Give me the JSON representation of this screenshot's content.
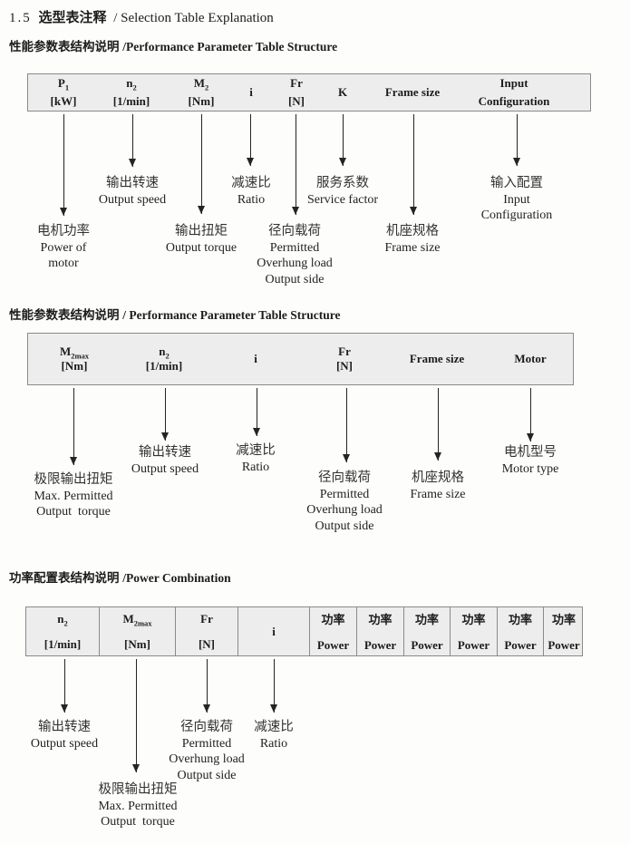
{
  "title": {
    "prefix": "1.5",
    "zh": "选型表注释",
    "suffix": "/ Selection Table Explanation"
  },
  "sections": [
    {
      "heading_zh": "性能参数表结构说明 ",
      "heading_en": "/Performance Parameter Table Structure",
      "columns": [
        {
          "sym": "P",
          "sub": "1",
          "unit": "[kW]"
        },
        {
          "sym": "n",
          "sub": "2",
          "unit": "[1/min]"
        },
        {
          "sym": "M",
          "sub": "2",
          "unit": "[Nm]"
        },
        {
          "sym": "i",
          "sub": "",
          "unit": ""
        },
        {
          "sym": "Fr",
          "sub": "",
          "unit": "[N]"
        },
        {
          "sym": "K",
          "sub": "",
          "unit": ""
        },
        {
          "sym": "Frame size",
          "sub": "",
          "unit": ""
        },
        {
          "sym": "Input",
          "sub": "",
          "unit": "Configuration"
        }
      ],
      "labels": [
        {
          "lines": [
            "电机功率",
            "Power of",
            "motor"
          ]
        },
        {
          "lines": [
            "输出转速",
            "Output speed"
          ]
        },
        {
          "lines": [
            "输出扭矩",
            "Output torque"
          ]
        },
        {
          "lines": [
            "减速比",
            "Ratio"
          ]
        },
        {
          "lines": [
            "径向载荷",
            "Permitted",
            "Overhung load",
            "Output side"
          ]
        },
        {
          "lines": [
            "服务系数",
            "Service factor"
          ]
        },
        {
          "lines": [
            "机座规格",
            "Frame size"
          ]
        },
        {
          "lines": [
            "输入配置",
            "Input",
            "Configuration"
          ]
        }
      ]
    },
    {
      "heading_zh": "性能参数表结构说明 ",
      "heading_en": "/ Performance Parameter Table Structure",
      "columns": [
        {
          "sym": "M",
          "sub": "2max",
          "unit": "[Nm]"
        },
        {
          "sym": "n",
          "sub": "2",
          "unit": "[1/min]"
        },
        {
          "sym": "i",
          "sub": "",
          "unit": ""
        },
        {
          "sym": "Fr",
          "sub": "",
          "unit": "[N]"
        },
        {
          "sym": "Frame size",
          "sub": "",
          "unit": ""
        },
        {
          "sym": "Motor",
          "sub": "",
          "unit": ""
        }
      ],
      "labels": [
        {
          "lines": [
            "极限输出扭矩",
            "Max. Permitted",
            "Output  torque"
          ]
        },
        {
          "lines": [
            "输出转速",
            "Output speed"
          ]
        },
        {
          "lines": [
            "减速比",
            "Ratio"
          ]
        },
        {
          "lines": [
            "径向载荷",
            "Permitted",
            "Overhung load",
            "Output side"
          ]
        },
        {
          "lines": [
            "机座规格",
            "Frame size"
          ]
        },
        {
          "lines": [
            "电机型号",
            "Motor type"
          ]
        }
      ]
    },
    {
      "heading_zh": "功率配置表结构说明 ",
      "heading_en": "/Power Combination",
      "columns": [
        {
          "sym": "n",
          "sub": "2",
          "unit": "[1/min]"
        },
        {
          "sym": "M",
          "sub": "2max",
          "unit": "[Nm]"
        },
        {
          "sym": "Fr",
          "sub": "",
          "unit": "[N]"
        },
        {
          "sym": "i",
          "sub": "",
          "unit": ""
        },
        {
          "sym": "功率",
          "sub": "",
          "unit": "Power"
        },
        {
          "sym": "功率",
          "sub": "",
          "unit": "Power"
        },
        {
          "sym": "功率",
          "sub": "",
          "unit": "Power"
        },
        {
          "sym": "功率",
          "sub": "",
          "unit": "Power"
        },
        {
          "sym": "功率",
          "sub": "",
          "unit": "Power"
        },
        {
          "sym": "功率",
          "sub": "",
          "unit": "Power"
        }
      ],
      "labels": [
        {
          "lines": [
            "输出转速",
            "Output speed"
          ]
        },
        {
          "lines": [
            "极限输出扭矩",
            "Max. Permitted",
            "Output  torque"
          ]
        },
        {
          "lines": [
            "径向载荷",
            "Permitted",
            "Overhung load",
            "Output side"
          ]
        },
        {
          "lines": [
            "减速比",
            "Ratio"
          ]
        }
      ]
    }
  ]
}
